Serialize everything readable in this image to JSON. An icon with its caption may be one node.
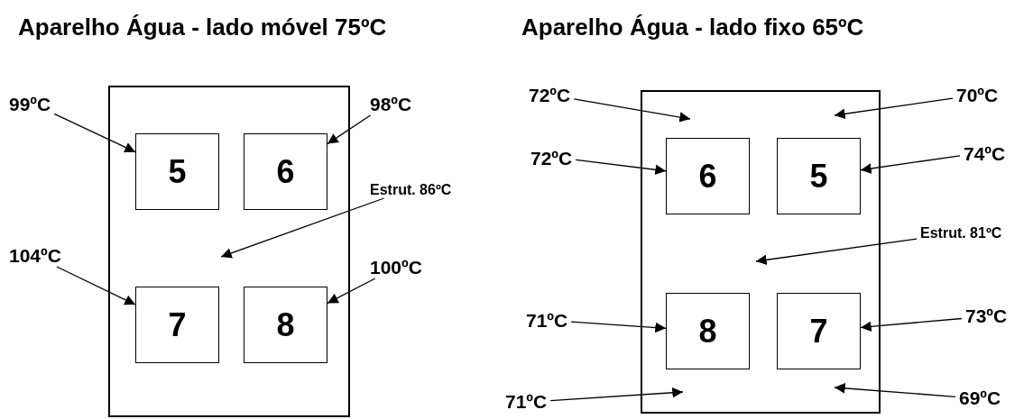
{
  "diagram": {
    "nodes": [
      {
        "text": [
          "Aparelho Água - lado móvel 75ºC"
        ]
      },
      {
        "text": [
          "5"
        ],
        "in": 0
      },
      {
        "text": [
          "6"
        ],
        "in": 0
      },
      {
        "text": [
          "7"
        ],
        "in": 0
      },
      {
        "text": [
          "8"
        ],
        "in": 0
      },
      {
        "text": [
          "99ºC"
        ]
      },
      {
        "text": [
          "98ºC"
        ]
      },
      {
        "text": [
          "Estrut. 86ºC"
        ]
      },
      {
        "text": [
          "104ºC"
        ]
      },
      {
        "text": [
          "100ºC"
        ]
      },
      {
        "text": [
          "Aparelho Água - lado fixo 65ºC"
        ]
      },
      {
        "text": [
          "6"
        ],
        "in": 10
      },
      {
        "text": [
          "5"
        ],
        "in": 10
      },
      {
        "text": [
          "8"
        ],
        "in": 10
      },
      {
        "text": [
          "7"
        ],
        "in": 10
      },
      {
        "text": [
          "72ºC"
        ]
      },
      {
        "text": [
          "70ºC"
        ]
      },
      {
        "text": [
          "72ºC"
        ]
      },
      {
        "text": [
          "74ºC"
        ]
      },
      {
        "text": [
          "Estrut. 81ºC"
        ]
      },
      {
        "text": [
          "71ºC"
        ]
      },
      {
        "text": [
          "73ºC"
        ]
      },
      {
        "text": [
          "71ºC"
        ]
      },
      {
        "text": [
          "69ºC"
        ]
      }
    ],
    "edges": [
      {
        "from": 5,
        "to": 1,
        "arrow": "to"
      },
      {
        "from": 6,
        "to": 2,
        "arrow": "to"
      },
      {
        "from": 7,
        "to": 0,
        "arrow": "to"
      },
      {
        "from": 8,
        "to": 3,
        "arrow": "to"
      },
      {
        "from": 9,
        "to": 4,
        "arrow": "to"
      },
      {
        "from": 15,
        "to": 10,
        "arrow": "to"
      },
      {
        "from": 16,
        "to": 10,
        "arrow": "to"
      },
      {
        "from": 17,
        "to": 11,
        "arrow": "to"
      },
      {
        "from": 18,
        "to": 12,
        "arrow": "to"
      },
      {
        "from": 19,
        "to": 10,
        "arrow": "to"
      },
      {
        "from": 20,
        "to": 13,
        "arrow": "to"
      },
      {
        "from": 21,
        "to": 14,
        "arrow": "to"
      },
      {
        "from": 22,
        "to": 10,
        "arrow": "to"
      },
      {
        "from": 23,
        "to": 10,
        "arrow": "to"
      }
    ]
  }
}
